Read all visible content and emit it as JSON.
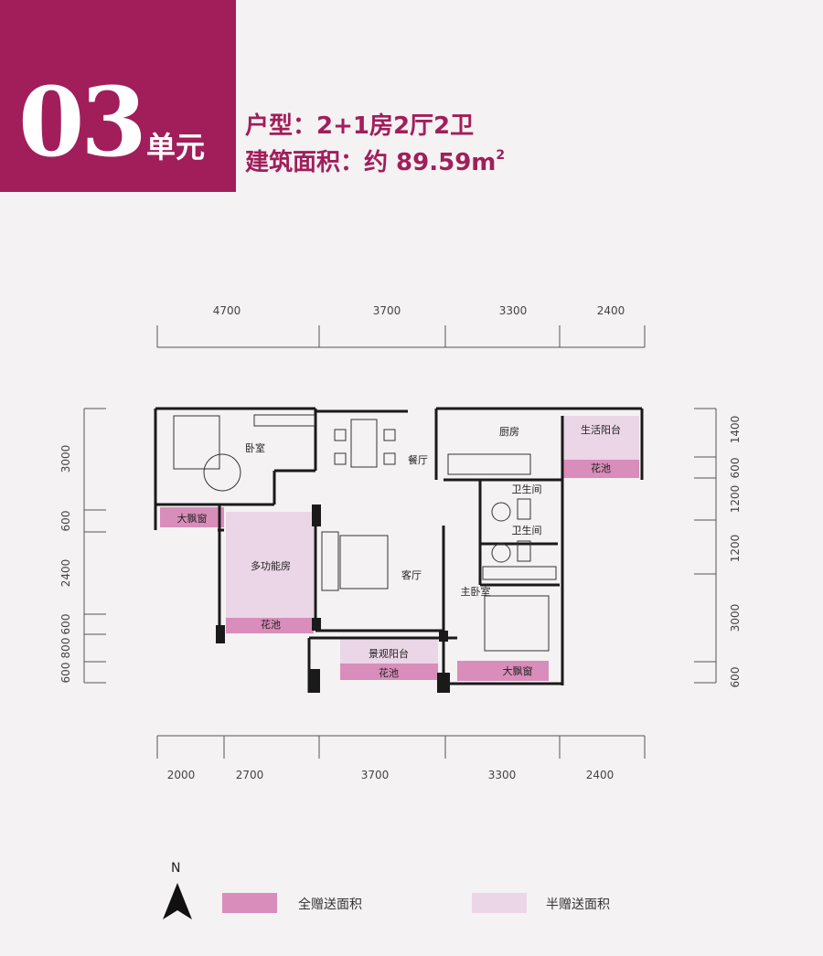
{
  "header": {
    "unit_number": "03",
    "unit_suffix": "单元",
    "layout_label": "户型：2+1房2厅2卫",
    "area_prefix": "建筑面积：约 89.59m",
    "area_superscript": "2"
  },
  "dimensions": {
    "top": [
      "4700",
      "3700",
      "3300",
      "2400"
    ],
    "bottom": [
      "2000",
      "2700",
      "3700",
      "3300",
      "2400"
    ],
    "left": [
      "3000",
      "600",
      "2400",
      "600",
      "800",
      "600"
    ],
    "right": [
      "1400",
      "600",
      "1200",
      "1200",
      "3000",
      "600"
    ]
  },
  "rooms": {
    "bedroom": "卧室",
    "dining": "餐厅",
    "kitchen": "厨房",
    "utility_balcony": "生活阳台",
    "planter": "花池",
    "bathroom_1": "卫生间",
    "bathroom_2": "卫生间",
    "bay_window_left": "大飘窗",
    "multipurpose": "多功能房",
    "living": "客厅",
    "master_bedroom": "主卧室",
    "scenic_balcony": "景观阳台",
    "bay_window_right": "大飘窗"
  },
  "compass": {
    "label": "N"
  },
  "legend": [
    {
      "label": "全赠送面积",
      "color": "#d98dba"
    },
    {
      "label": "半赠送面积",
      "color": "#ead6e6"
    }
  ],
  "colors": {
    "brand": "#a11e5a",
    "full_gift": "#d98dba",
    "half_gift": "#ead6e6",
    "wall": "#1a1a1a"
  }
}
